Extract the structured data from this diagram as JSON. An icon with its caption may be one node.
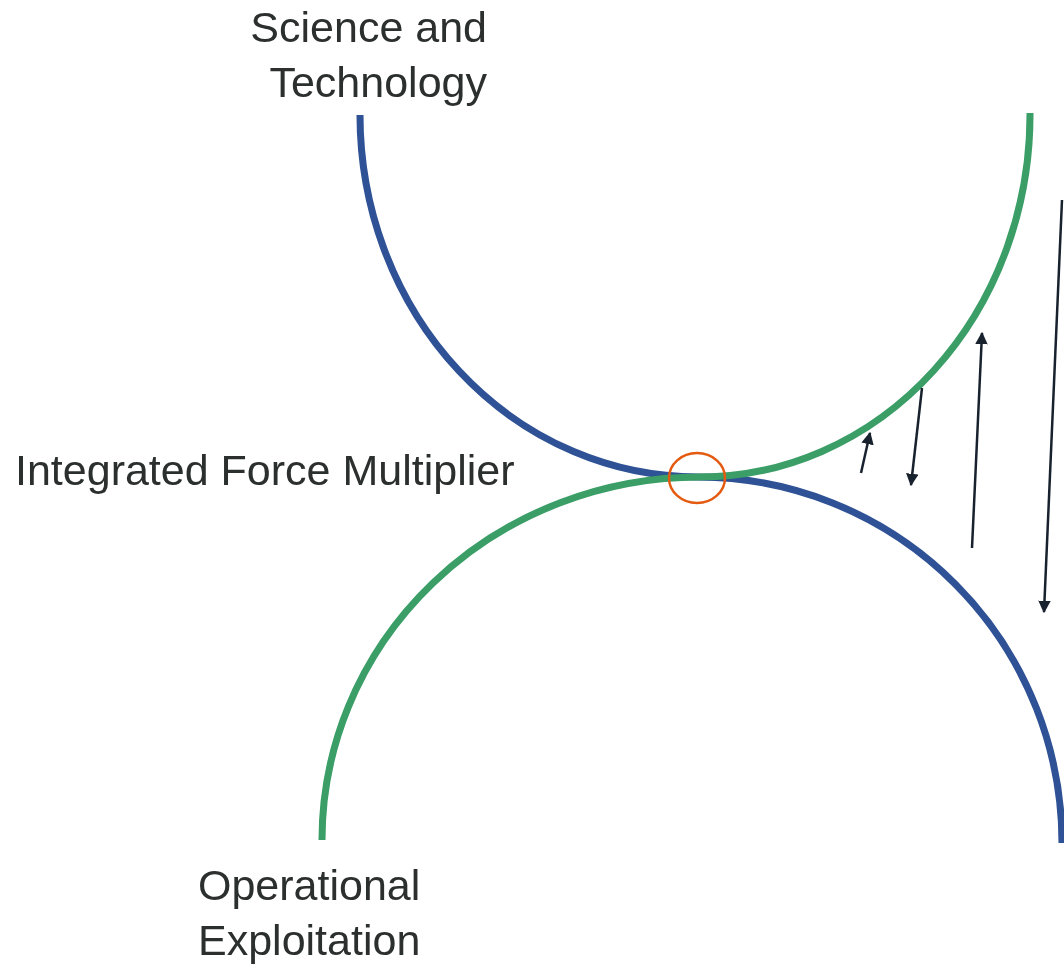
{
  "diagram": {
    "labels": [
      "Science and Technology",
      "Integrated Force Multiplier",
      "Operational Exploitation"
    ]
  }
}
